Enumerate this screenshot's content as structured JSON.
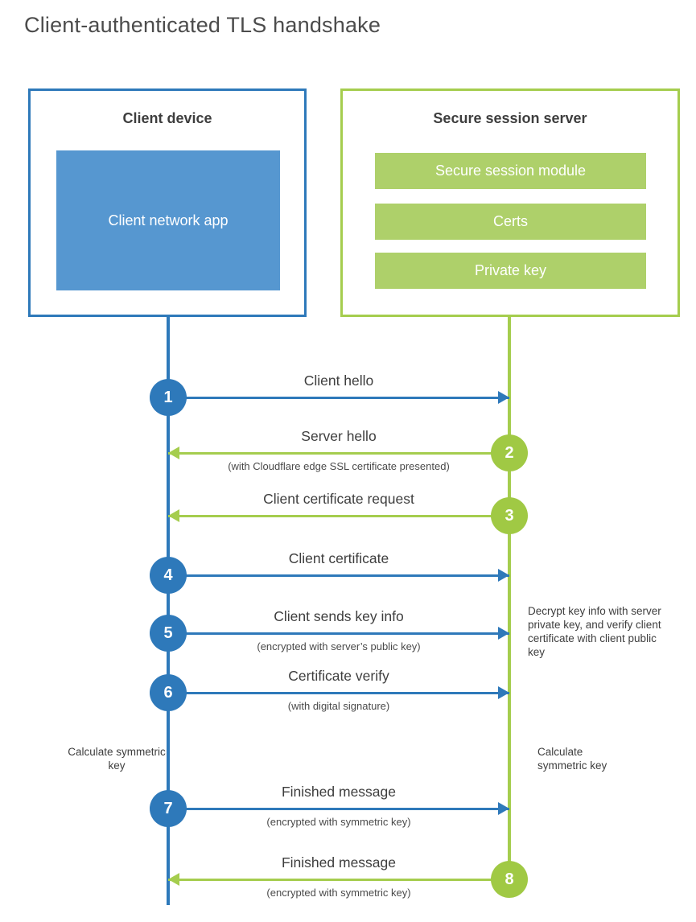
{
  "title": "Client-authenticated TLS handshake",
  "client_box": {
    "title": "Client device",
    "app": "Client network app"
  },
  "server_box": {
    "title": "Secure session server",
    "modules": [
      "Secure session module",
      "Certs",
      "Private key"
    ]
  },
  "steps": [
    {
      "num": "1",
      "label": "Client hello",
      "sub": ""
    },
    {
      "num": "2",
      "label": "Server hello",
      "sub": "(with Cloudflare edge SSL certificate presented)"
    },
    {
      "num": "3",
      "label": "Client certificate request",
      "sub": ""
    },
    {
      "num": "4",
      "label": "Client certificate",
      "sub": ""
    },
    {
      "num": "5",
      "label": "Client sends key info",
      "sub": "(encrypted with server’s public key)"
    },
    {
      "num": "6",
      "label": "Certificate verify",
      "sub": "(with digital signature)"
    },
    {
      "num": "7",
      "label": "Finished message",
      "sub": "(encrypted with symmetric key)"
    },
    {
      "num": "8",
      "label": "Finished message",
      "sub": "(encrypted with symmetric key)"
    }
  ],
  "notes": {
    "decrypt": "Decrypt key info with server private key, and verify client certificate with client public key",
    "calc_client": "Calculate symmetric key",
    "calc_server": "Calculate symmetric key"
  },
  "colors": {
    "blue": "#2e79ba",
    "blue_fill": "#5697d0",
    "green": "#a5cd4e",
    "green_fill": "#aed06a"
  }
}
